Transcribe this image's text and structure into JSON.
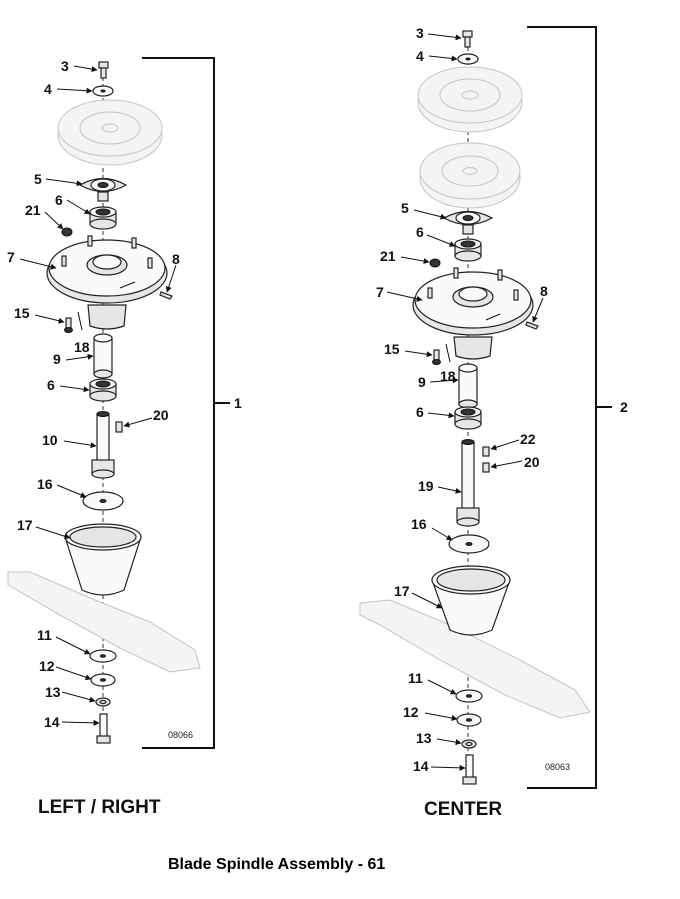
{
  "title": "Blade Spindle Assembly - 61",
  "left": {
    "caption": "LEFT / RIGHT",
    "code": "08066",
    "assembly_number": "1",
    "callouts": [
      "3",
      "4",
      "5",
      "6",
      "21",
      "7",
      "8",
      "15",
      "18",
      "9",
      "6",
      "20",
      "10",
      "16",
      "17",
      "11",
      "12",
      "13",
      "14"
    ]
  },
  "center": {
    "caption": "CENTER",
    "code": "08063",
    "assembly_number": "2",
    "callouts": [
      "3",
      "4",
      "5",
      "6",
      "21",
      "7",
      "8",
      "15",
      "18",
      "9",
      "6",
      "22",
      "20",
      "19",
      "16",
      "17",
      "11",
      "12",
      "13",
      "14"
    ]
  }
}
